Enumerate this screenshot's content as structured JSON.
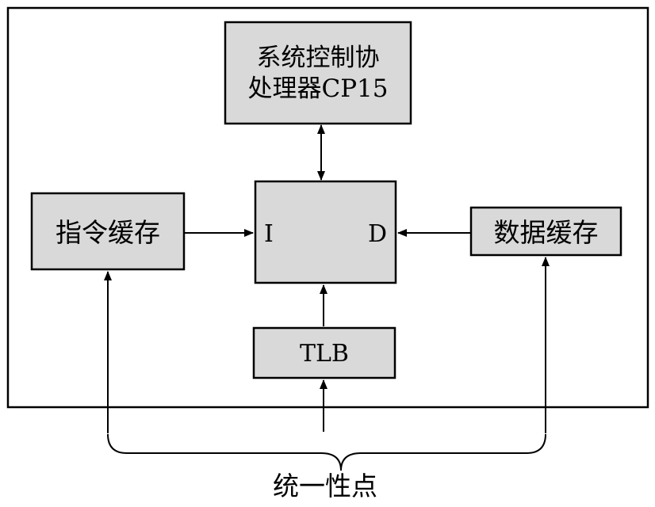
{
  "cp15": {
    "line1": "系统控制协",
    "line2": "处理器CP15"
  },
  "icache": {
    "label": "指令缓存"
  },
  "dcache": {
    "label": "数据缓存"
  },
  "core": {
    "i_port": "I",
    "d_port": "D"
  },
  "tlb": {
    "label": "TLB"
  },
  "brace": {
    "label": "统一性点"
  },
  "colors": {
    "block_fill": "#d9d9d9",
    "stroke": "#000000",
    "background": "#ffffff"
  }
}
